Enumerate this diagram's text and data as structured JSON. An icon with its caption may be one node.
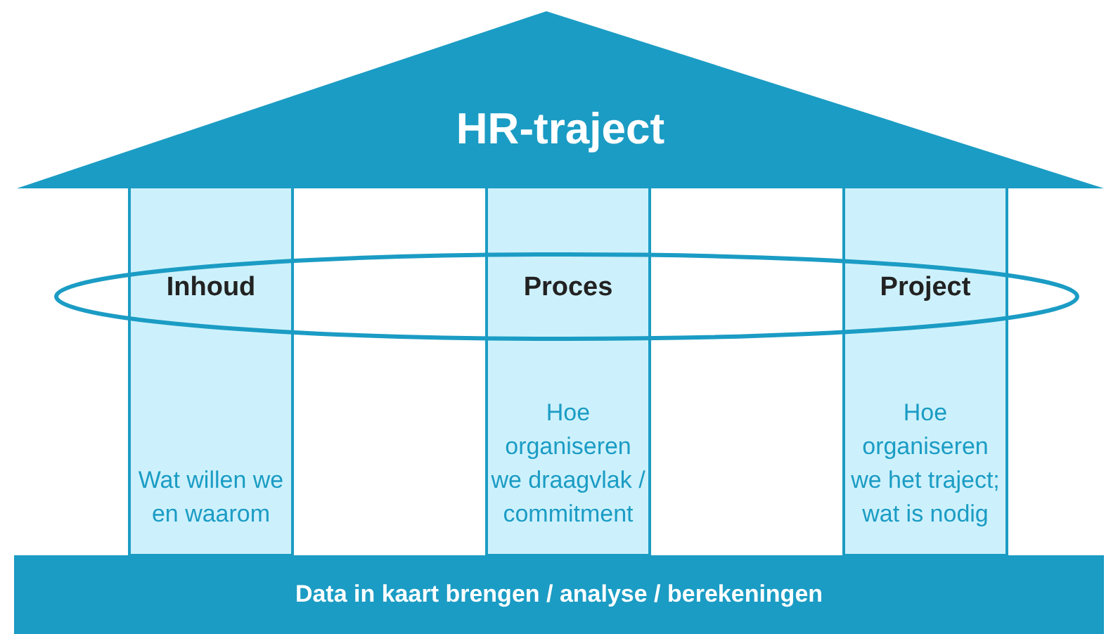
{
  "diagram": {
    "nodes": [
      {
        "text": [
          "HR-traject"
        ]
      },
      {
        "text": [
          "Inhoud",
          "Wat willen we en waarom"
        ]
      },
      {
        "text": [
          "Proces",
          "Hoe organiseren we draagvlak / commitment"
        ]
      },
      {
        "text": [
          "Project",
          "Hoe organiseren we het traject; wat is nodig"
        ]
      },
      {
        "text": [
          "Data in kaart brengen / analyse / berekeningen"
        ]
      }
    ],
    "edges": []
  }
}
